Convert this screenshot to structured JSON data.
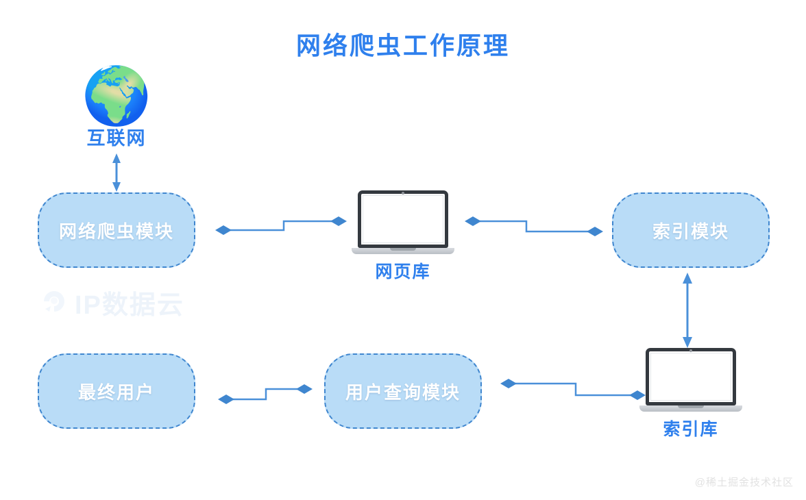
{
  "diagram": {
    "title": "网络爬虫工作原理",
    "title_color": "#2f80ed",
    "background": "#ffffff",
    "box_fill": "#b9dcf7",
    "box_border": "#3f86cf",
    "connector_color": "#4a90d9",
    "nodes": {
      "internet": {
        "label": "互联网",
        "icon": "globe-icon"
      },
      "crawler_module": {
        "label": "网络爬虫模块"
      },
      "web_page_repository": {
        "label": "网页库",
        "icon": "laptop-icon"
      },
      "index_module": {
        "label": "索引模块"
      },
      "end_user": {
        "label": "最终用户"
      },
      "user_query_module": {
        "label": "用户查询模块"
      },
      "index_repository": {
        "label": "索引库",
        "icon": "laptop-icon"
      }
    }
  },
  "watermarks": {
    "brand": "IP数据云",
    "community": "@稀土掘金技术社区"
  }
}
